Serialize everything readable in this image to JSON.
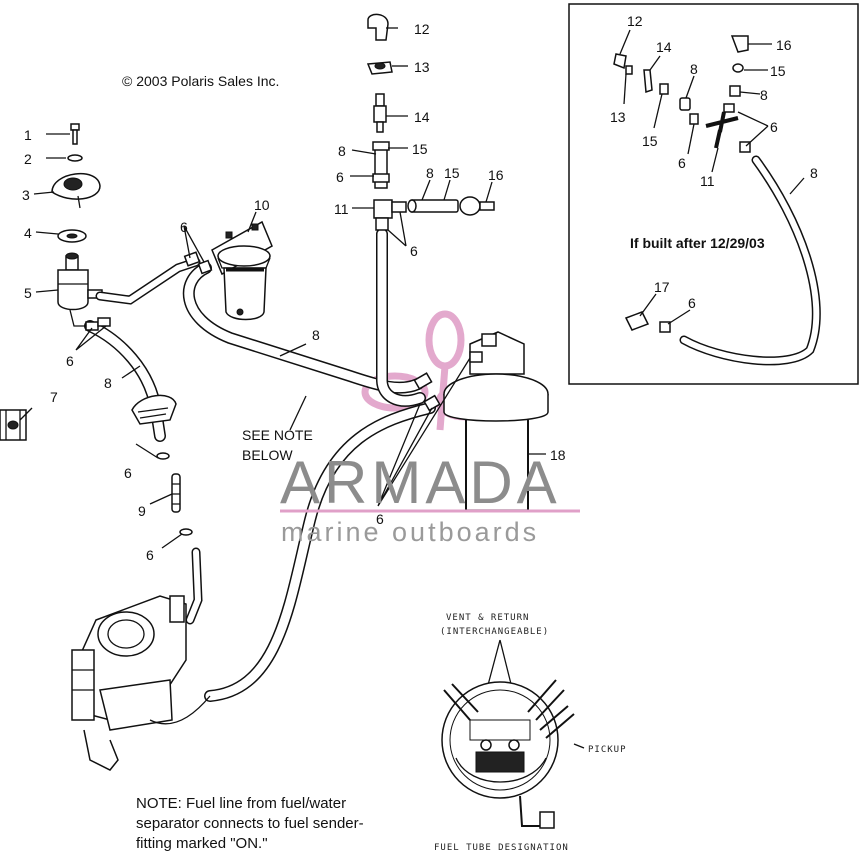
{
  "copyright": "© 2003 Polaris Sales Inc.",
  "inset_caption": "If built after 12/29/03",
  "see_note": [
    "SEE NOTE",
    "BELOW"
  ],
  "note_lines": [
    "NOTE:  Fuel line from fuel/water",
    "separator connects to fuel sender-",
    "fitting marked \"ON.\""
  ],
  "detail": {
    "vent_label_1": "VENT & RETURN",
    "vent_label_2": "(INTERCHANGEABLE)",
    "pickup_label": "PICKUP",
    "designation": "FUEL TUBE DESIGNATION"
  },
  "watermark": {
    "brand": "ARMADA",
    "tagline": "marine outboards",
    "brand_color": "#8c8c8c",
    "logo_color": "#e0a0c8"
  },
  "callouts": {
    "c1": "1",
    "c2": "2",
    "c3": "3",
    "c4": "4",
    "c5": "5",
    "c6a": "6",
    "c6b": "6",
    "c6c": "6",
    "c6d": "6",
    "c6e": "6",
    "c6f": "6",
    "c6g": "6",
    "c7": "7",
    "c8a": "8",
    "c8b": "8",
    "c8c": "8",
    "c8d": "8",
    "c9": "9",
    "c10": "10",
    "c11": "11",
    "c12": "12",
    "c13": "13",
    "c14": "14",
    "c15a": "15",
    "c15b": "15",
    "c16": "16",
    "c18": "18"
  },
  "inset_callouts": {
    "i12": "12",
    "i13": "13",
    "i14": "14",
    "i15a": "15",
    "i15b": "15",
    "i16": "16",
    "i8a": "8",
    "i8b": "8",
    "i8c": "8",
    "i6a": "6",
    "i6b": "6",
    "i6c": "6",
    "i11": "11",
    "i17": "17"
  }
}
